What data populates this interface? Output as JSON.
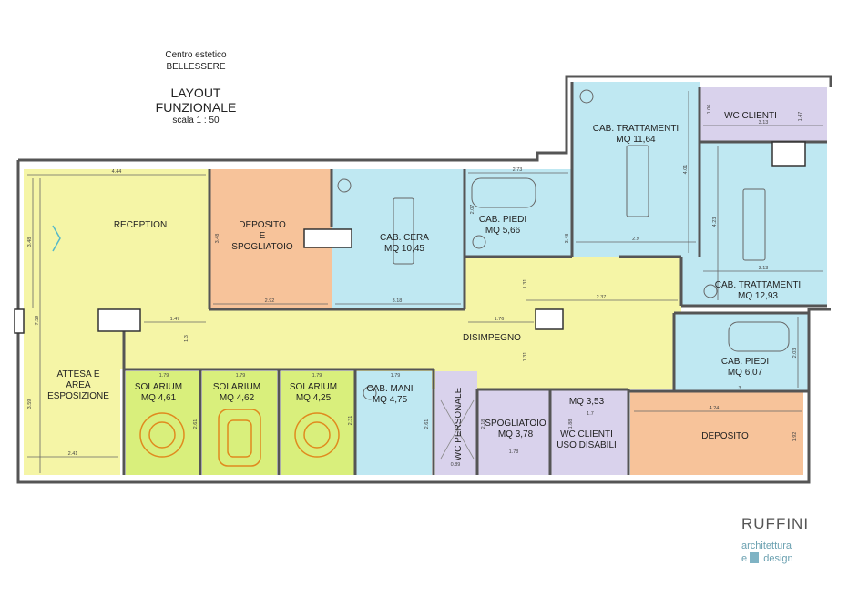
{
  "header": {
    "studio_line1": "Centro estetico",
    "studio_line2": "BELLESSERE",
    "title_line1": "LAYOUT",
    "title_line2": "FUNZIONALE",
    "scale": "scala 1 : 50"
  },
  "rooms": {
    "attesa_l1": "ATTESA E",
    "attesa_l2": "AREA",
    "attesa_l3": "ESPOSIZIONE",
    "reception": "RECEPTION",
    "deposito1_l1": "DEPOSITO",
    "deposito1_l2": "E",
    "deposito1_l3": "SPOGLIATOIO",
    "cab_cera_l1": "CAB. CERA",
    "cab_cera_l2": "MQ 10,45",
    "cab_piedi1_l1": "CAB. PIEDI",
    "cab_piedi1_l2": "MQ 5,66",
    "cab_tratt1_l1": "CAB. TRATTAMENTI",
    "cab_tratt1_l2": "MQ 11,64",
    "wc_clienti": "WC CLIENTI",
    "cab_tratt2_l1": "CAB. TRATTAMENTI",
    "cab_tratt2_l2": "MQ 12,93",
    "disimpegno": "DISIMPEGNO",
    "cab_piedi2_l1": "CAB. PIEDI",
    "cab_piedi2_l2": "MQ 6,07",
    "solarium1_l1": "SOLARIUM",
    "solarium1_l2": "MQ 4,61",
    "solarium2_l1": "SOLARIUM",
    "solarium2_l2": "MQ 4,62",
    "solarium3_l1": "SOLARIUM",
    "solarium3_l2": "MQ 4,25",
    "cab_mani_l1": "CAB. MANI",
    "cab_mani_l2": "MQ 4,75",
    "wc_personale": "WC PERSONALE",
    "spogliatoio_l1": "SPOGLIATOIO",
    "spogliatoio_l2": "MQ 3,78",
    "wc_disabili_l0": "MQ 3,53",
    "wc_disabili_l1": "WC CLIENTI",
    "wc_disabili_l2": "USO DISABILI",
    "deposito2": "DEPOSITO"
  },
  "dimensions": {
    "d444": "4.44",
    "d348a": "3.48",
    "d759": "7.59",
    "d359": "3.59",
    "d241": "2.41",
    "d348b": "3.48",
    "d292": "2.92",
    "d318": "3.18",
    "d147": "1.47",
    "d13": "1.3",
    "d273": "2.73",
    "d207": "2.07",
    "d348c": "3.48",
    "d131a": "1.31",
    "d176": "1.76",
    "d131b": "1.31",
    "d237": "2.37",
    "d29": "2.9",
    "d401": "4.01",
    "d106": "1.06",
    "d313a": "3.13",
    "d147b": "1.47",
    "d423": "4.23",
    "d313b": "3.13",
    "d203": "2.03",
    "d3": "3",
    "d179a": "1.79",
    "d179b": "1.79",
    "d179c": "1.79",
    "d179d": "1.79",
    "d261a": "2.61",
    "d231": "2.31",
    "d261b": "2.61",
    "d089": "0.89",
    "d218": "2.18",
    "d178": "1.78",
    "d17": "1.7",
    "d188": "1.88",
    "d424": "4.24",
    "d192": "1.92"
  },
  "brand": {
    "name": "RUFFINI",
    "sub1": "architettura",
    "sub2": "design",
    "sub2_prefix": "e"
  },
  "colors": {
    "yellow": "#f5f5a6",
    "cyan": "#bfe8f2",
    "orange": "#f7c39a",
    "lavender": "#d9d2ec",
    "green": "#d9ef7c",
    "wall": "#555555"
  }
}
